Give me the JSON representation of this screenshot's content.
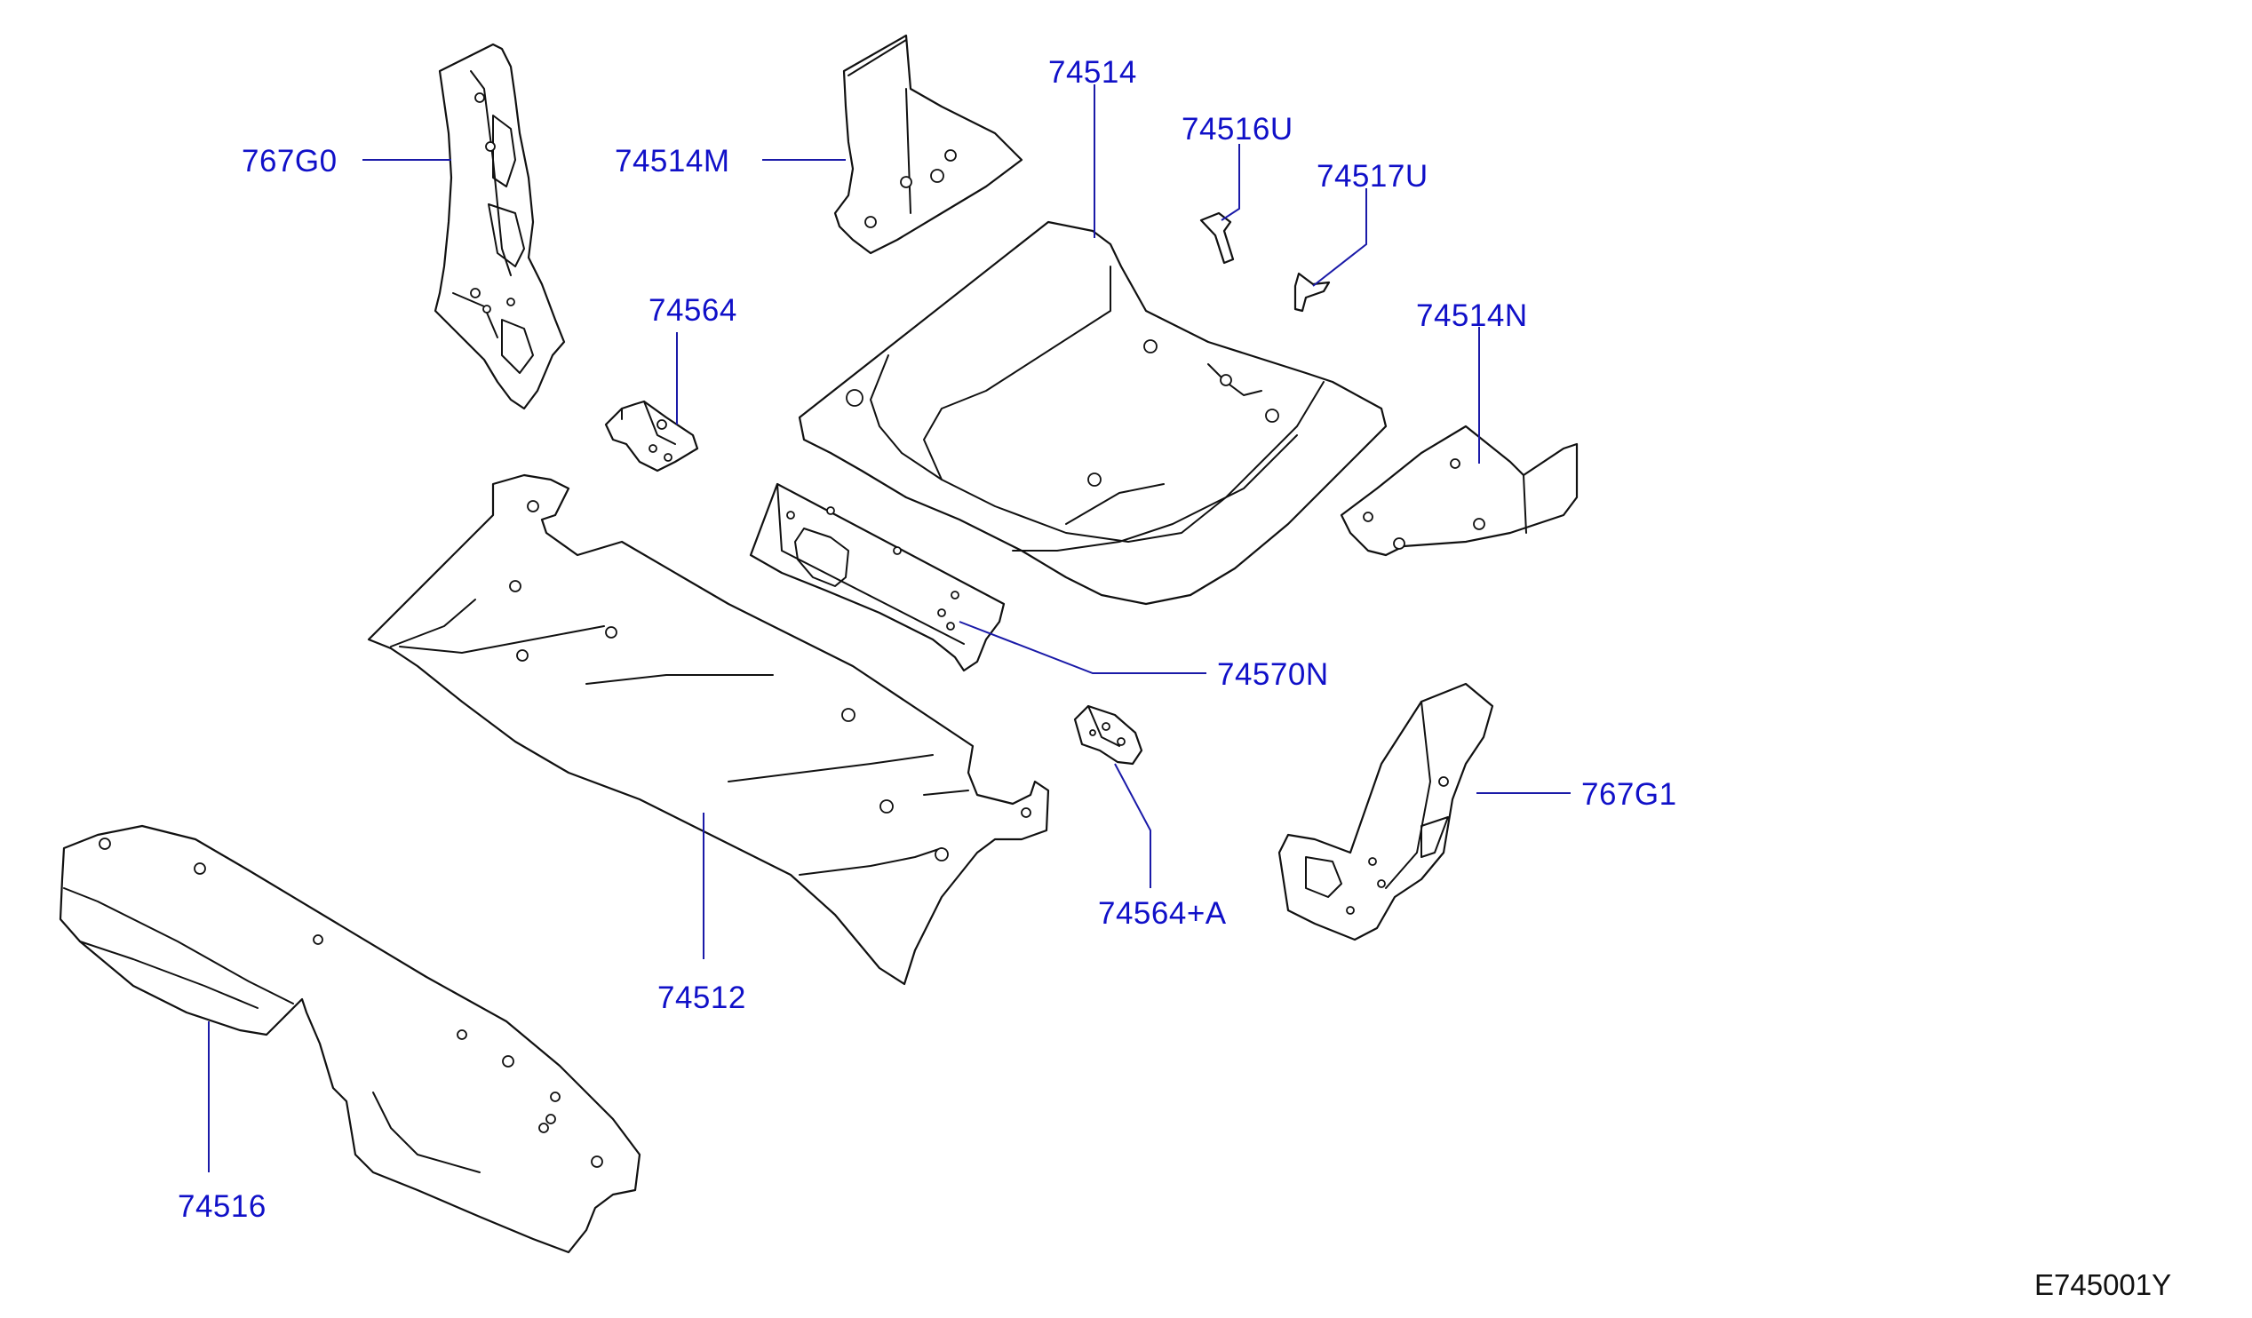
{
  "callouts": {
    "p767g0": "767G0",
    "p74514m": "74514M",
    "p74514": "74514",
    "p74516u": "74516U",
    "p74517u": "74517U",
    "p74514n": "74514N",
    "p74564": "74564",
    "p74570n": "74570N",
    "p767g1": "767G1",
    "p74564a": "74564+A",
    "p74512": "74512",
    "p74516": "74516"
  },
  "diagram_code": "E745001Y",
  "colors": {
    "callout": "#1010c8",
    "leader": "#1a1aa8",
    "linework": "#111111"
  }
}
